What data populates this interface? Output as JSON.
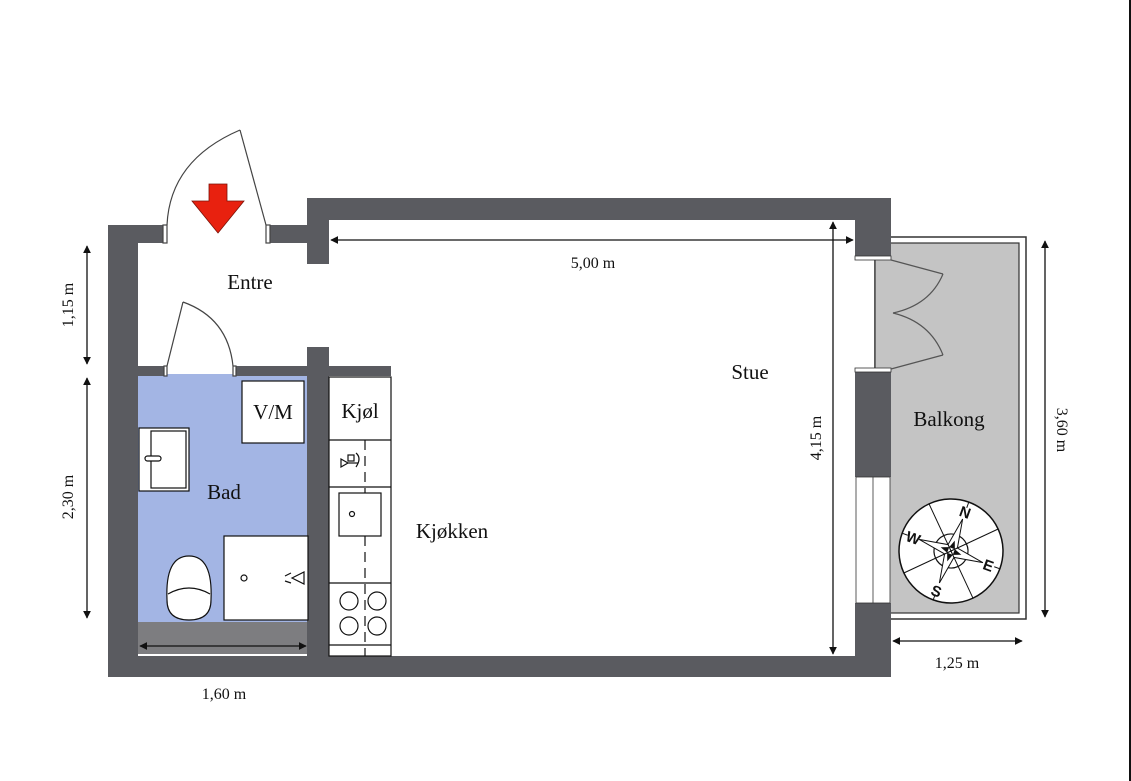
{
  "plan": {
    "colors": {
      "wall": "#5a5b60",
      "bath_floor": "#a3b5e4",
      "balcony_floor": "#c4c4c4",
      "bath_threshold": "#7d7d80",
      "entry_arrow": "#e8210f",
      "background": "#ffffff",
      "line": "#111111"
    },
    "rooms": {
      "entre": "Entre",
      "stue": "Stue",
      "bad": "Bad",
      "kjokken": "Kjøkken",
      "balkong": "Balkong"
    },
    "fixtures": {
      "washer": "V/M",
      "fridge": "Kjøl"
    },
    "dimensions": {
      "stue_width": "5,00 m",
      "stue_depth": "4,15 m",
      "entre_height": "1,15 m",
      "bad_height": "2,30 m",
      "bad_width": "1,60 m",
      "balkong_height": "3,60 m",
      "balkong_width": "1,25 m"
    },
    "compass": {
      "n": "N",
      "s": "S",
      "e": "E",
      "w": "W"
    }
  }
}
